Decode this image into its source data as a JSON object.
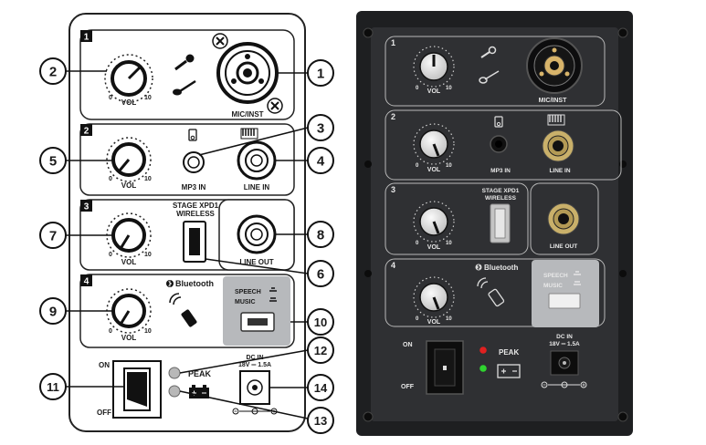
{
  "left_panel": {
    "sections": [
      {
        "num": "1",
        "vol_label": "VOL",
        "min": "0",
        "max": "10",
        "jack_label": "MIC/INST"
      },
      {
        "num": "2",
        "vol_label": "VOL",
        "min": "0",
        "max": "10",
        "mp3_label": "MP3 IN",
        "line_label": "LINE IN"
      },
      {
        "num": "3",
        "vol_label": "VOL",
        "min": "0",
        "max": "10",
        "wireless_label_1": "STAGE XPD1",
        "wireless_label_2": "WIRELESS",
        "line_out_label": "LINE OUT"
      },
      {
        "num": "4",
        "vol_label": "VOL",
        "min": "0",
        "max": "10",
        "bluetooth_label": "Bluetooth",
        "speech_label": "SPEECH",
        "music_label": "MUSIC"
      }
    ],
    "power": {
      "on_label": "ON",
      "off_label": "OFF"
    },
    "peak_label": "PEAK",
    "dc_label_1": "DC IN",
    "dc_label_2": "18V ═ 1.5A",
    "callouts": [
      "1",
      "2",
      "3",
      "4",
      "5",
      "6",
      "7",
      "8",
      "9",
      "10",
      "11",
      "12",
      "13",
      "14"
    ]
  },
  "right_panel": {
    "sections": [
      {
        "num": "1",
        "vol_label": "VOL",
        "min": "0",
        "max": "10",
        "jack_label": "MIC/INST"
      },
      {
        "num": "2",
        "vol_label": "VOL",
        "min": "0",
        "max": "10",
        "mp3_label": "MP3 IN",
        "line_label": "LINE IN"
      },
      {
        "num": "3",
        "vol_label": "VOL",
        "min": "0",
        "max": "10",
        "wireless_label_1": "STAGE XPD1",
        "wireless_label_2": "WIRELESS",
        "line_out_label": "LINE OUT"
      },
      {
        "num": "4",
        "vol_label": "VOL",
        "min": "0",
        "max": "10",
        "bluetooth_label": "Bluetooth",
        "speech_label": "SPEECH",
        "music_label": "MUSIC"
      }
    ],
    "power": {
      "on_label": "ON",
      "off_label": "OFF"
    },
    "peak_label": "PEAK",
    "dc_label_1": "DC IN",
    "dc_label_2": "18V ═ 1.5A"
  },
  "colors": {
    "panel_dark": "#2f3033",
    "panel_frame": "#1e1f21",
    "switch_gray": "#b7b9bc",
    "peak_red": "#e02020",
    "peak_green": "#2fd42f"
  }
}
